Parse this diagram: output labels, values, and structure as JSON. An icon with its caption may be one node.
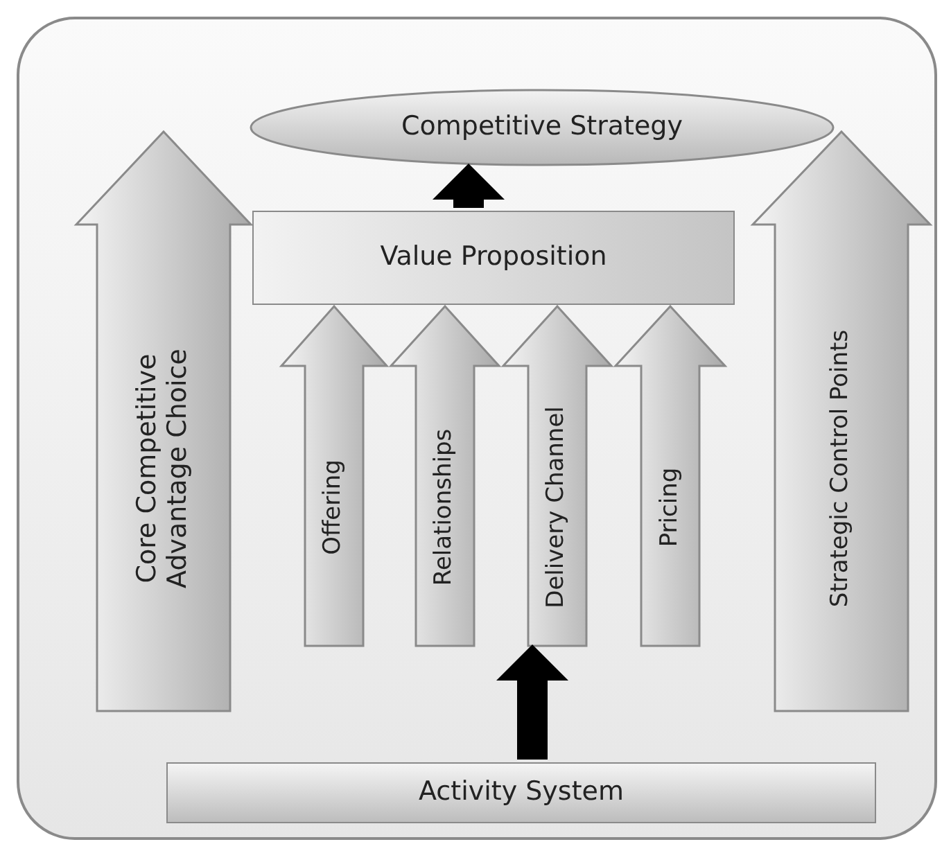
{
  "diagram": {
    "nodes": [
      {
        "text": [],
        "shape": "box"
      },
      {
        "text": [
          "Competitive Strategy"
        ],
        "in": 0
      },
      {
        "text": [
          "Value Proposition"
        ],
        "in": 0
      },
      {
        "text": [
          "Core Competitive Advantage Choice"
        ],
        "in": 0
      },
      {
        "text": [
          "Offering"
        ],
        "in": 0
      },
      {
        "text": [
          "Relationships"
        ],
        "in": 0
      },
      {
        "text": [
          "Delivery Channel"
        ],
        "in": 0
      },
      {
        "text": [
          "Pricing"
        ],
        "in": 0
      },
      {
        "text": [
          "Strategic Control Points"
        ],
        "in": 0
      },
      {
        "text": [
          "Activity System"
        ],
        "in": 0
      }
    ],
    "edges": [
      {
        "from": 2,
        "to": 1,
        "arrow": "to"
      },
      {
        "from": 9,
        "to": 6,
        "arrow": "to"
      }
    ]
  }
}
